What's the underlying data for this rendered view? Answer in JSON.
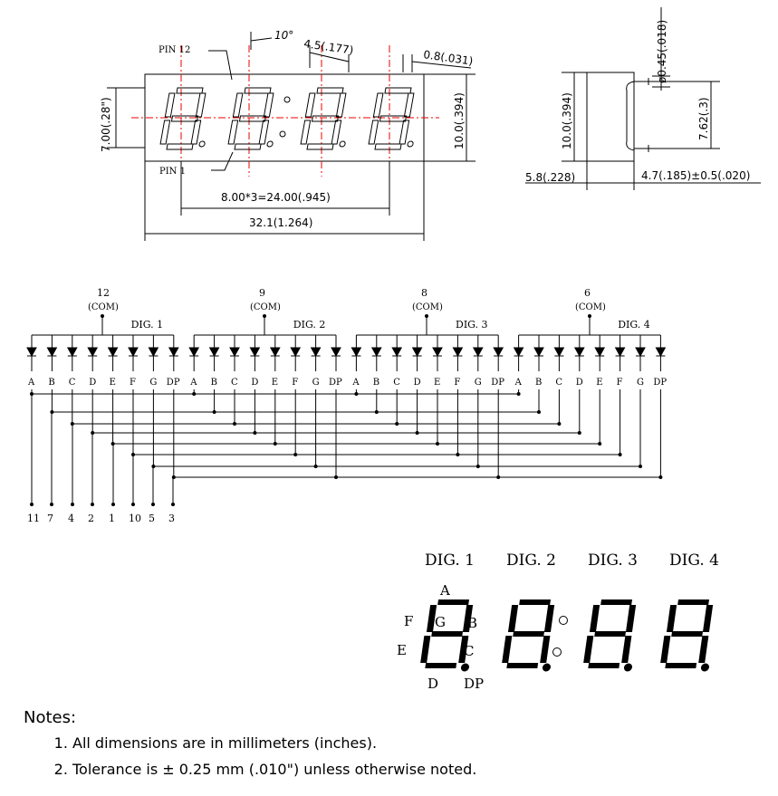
{
  "package": {
    "pin12": "PIN 12",
    "pin1": "PIN 1",
    "angle": "10°",
    "seg_width": "4.5(.177)",
    "seg_thick": "0.8(.031)",
    "digit_height": "7.00(.28\")",
    "height": "10.0(.394)",
    "pitch": "8.00*3=24.00(.945)",
    "length": "32.1(1.264)"
  },
  "side": {
    "pin_dia": "ø0.45(.018)",
    "height": "10.0(.394)",
    "row_spacing": "7.62(.3)",
    "depth": "5.8(.228)",
    "pin_len": "4.7(.185)±0.5(.020)"
  },
  "schematic": {
    "digits": [
      {
        "pin": "12",
        "com": "(COM)",
        "name": "DIG. 1"
      },
      {
        "pin": "9",
        "com": "(COM)",
        "name": "DIG. 2"
      },
      {
        "pin": "8",
        "com": "(COM)",
        "name": "DIG. 3"
      },
      {
        "pin": "6",
        "com": "(COM)",
        "name": "DIG. 4"
      }
    ],
    "segments": [
      "A",
      "B",
      "C",
      "D",
      "E",
      "F",
      "G",
      "DP"
    ],
    "bottom_pins": [
      "11",
      "7",
      "4",
      "2",
      "1",
      "10",
      "5",
      "3"
    ]
  },
  "display": {
    "digit_labels": [
      "DIG. 1",
      "DIG. 2",
      "DIG. 3",
      "DIG. 4"
    ],
    "seg_labels": {
      "A": "A",
      "B": "B",
      "C": "C",
      "D": "D",
      "E": "E",
      "F": "F",
      "G": "G",
      "DP": "DP"
    }
  },
  "notes": {
    "title": "Notes:",
    "items": [
      "All dimensions are in millimeters (inches).",
      "Tolerance is ± 0.25 mm (.010\") unless otherwise noted."
    ]
  }
}
